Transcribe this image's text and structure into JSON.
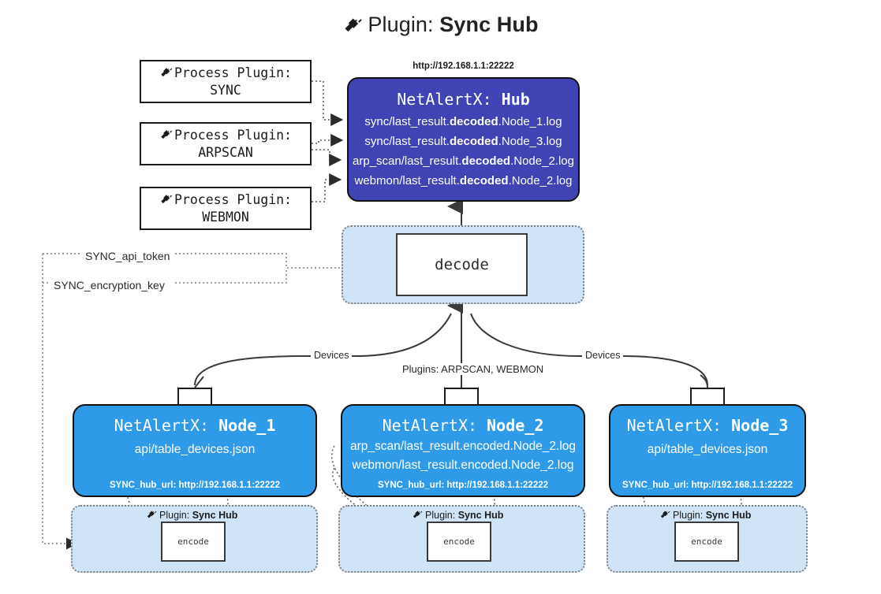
{
  "title": {
    "icon": "plug-icon",
    "prefix": "Plugin:",
    "name": "Sync Hub"
  },
  "process_plugins": [
    {
      "icon": "plug-icon",
      "line1": "Process Plugin:",
      "line2": "SYNC"
    },
    {
      "icon": "plug-icon",
      "line1": "Process Plugin:",
      "line2": "ARPSCAN"
    },
    {
      "icon": "plug-icon",
      "line1": "Process Plugin:",
      "line2": "WEBMON"
    }
  ],
  "hub": {
    "url": "http://192.168.1.1:22222",
    "title_prefix": "NetAlertX:",
    "title_name": "Hub",
    "logs": [
      {
        "pre": "sync/last_result.",
        "mid": "decoded",
        "post": ".Node_1.log"
      },
      {
        "pre": "sync/last_result.",
        "mid": "decoded",
        "post": ".Node_3.log"
      },
      {
        "pre": "arp_scan/last_result.",
        "mid": "decoded",
        "post": ".Node_2.log"
      },
      {
        "pre": "webmon/last_result.",
        "mid": "decoded",
        "post": ".Node_2.log"
      }
    ]
  },
  "decode": {
    "label": "decode"
  },
  "tokens": {
    "api": "SYNC_api_token",
    "encryption": "SYNC_encryption_key"
  },
  "edge_labels": {
    "devices_left": "Devices",
    "devices_right": "Devices",
    "plugins_center": "Plugins: ARPSCAN, WEBMON"
  },
  "nodes": [
    {
      "title_prefix": "NetAlertX:",
      "title_name": "Node_1",
      "lines": [
        "api/table_devices.json"
      ],
      "url_label": "SYNC_hub_url: http://192.168.1.1:22222",
      "icon": "envelope-icon"
    },
    {
      "title_prefix": "NetAlertX:",
      "title_name": "Node_2",
      "lines": [
        "arp_scan/last_result.encoded.Node_2.log",
        "webmon/last_result.encoded.Node_2.log"
      ],
      "url_label": "SYNC_hub_url: http://192.168.1.1:22222",
      "icon": "envelope-icon"
    },
    {
      "title_prefix": "NetAlertX:",
      "title_name": "Node_3",
      "lines": [
        "api/table_devices.json"
      ],
      "url_label": "SYNC_hub_url: http://192.168.1.1:22222",
      "icon": "envelope-icon"
    }
  ],
  "plugin_containers": [
    {
      "icon": "plug-icon",
      "prefix": "Plugin:",
      "name": "Sync Hub",
      "encode_label": "encode"
    },
    {
      "icon": "plug-icon",
      "prefix": "Plugin:",
      "name": "Sync Hub",
      "encode_label": "encode"
    },
    {
      "icon": "plug-icon",
      "prefix": "Plugin:",
      "name": "Sync Hub",
      "encode_label": "encode"
    }
  ],
  "colors": {
    "hub_fill": "#4043b4",
    "node_fill": "#2f9ae8",
    "container_fill": "#d0e4f8",
    "stroke": "#111111",
    "dotted_stroke": "#7f7f7f"
  }
}
